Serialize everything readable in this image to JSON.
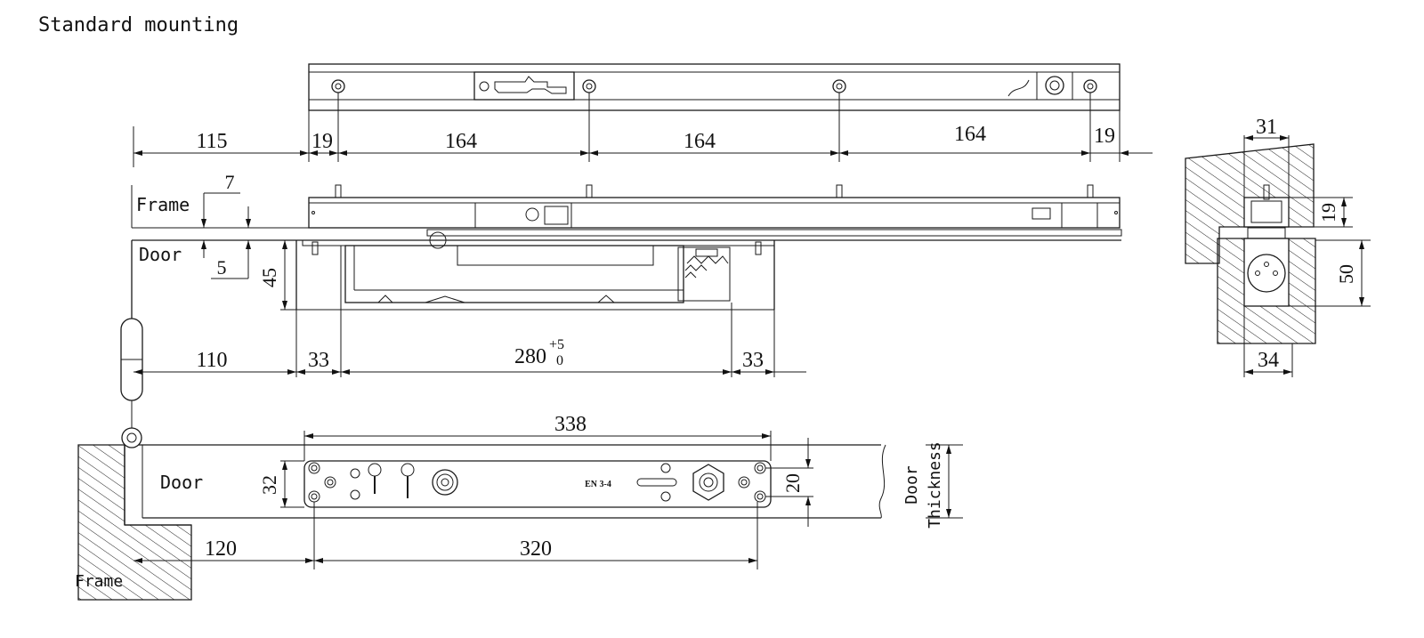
{
  "title": "Standard mounting",
  "top_view": {
    "dims": [
      "115",
      "19",
      "164",
      "164",
      "164",
      "19"
    ]
  },
  "side_view": {
    "frame_label": "Frame",
    "door_label": "Door",
    "dim_7": "7",
    "dim_5": "5",
    "dim_45": "45",
    "dim_110": "110",
    "dim_33_left": "33",
    "dim_280": "280",
    "dim_280_tol_upper": "+5",
    "dim_280_tol_lower": "0",
    "dim_33_right": "33"
  },
  "section_view": {
    "dim_31": "31",
    "dim_19": "19",
    "dim_50": "50",
    "dim_34": "34"
  },
  "door_view": {
    "door_label": "Door",
    "frame_label": "Frame",
    "dim_338": "338",
    "dim_32": "32",
    "dim_20": "20",
    "dim_120": "120",
    "dim_320": "320",
    "thickness_label_1": "Door",
    "thickness_label_2": "Thickness",
    "marking": "EN 3-4"
  }
}
